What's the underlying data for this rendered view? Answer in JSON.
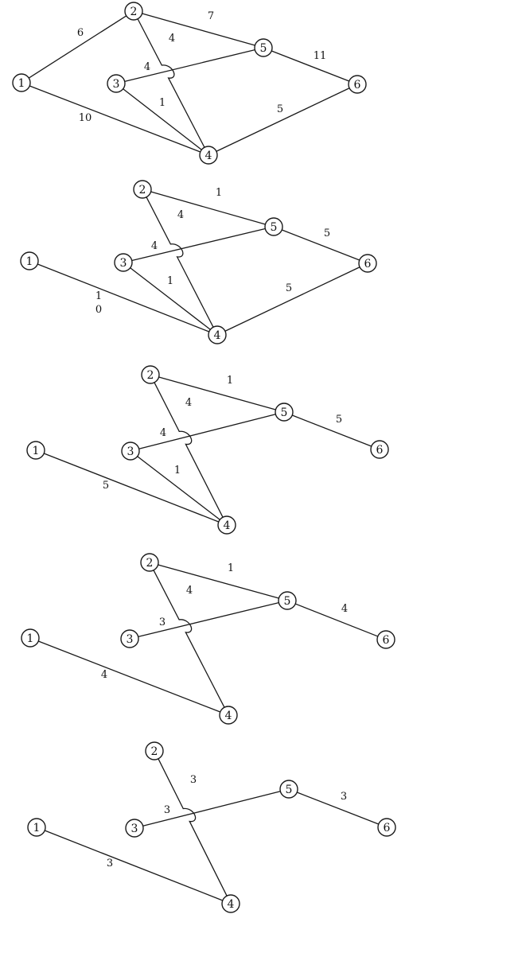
{
  "diagrams": [
    {
      "nodes": [
        "1",
        "2",
        "3",
        "4",
        "5",
        "6"
      ],
      "edges": [
        {
          "from": "1",
          "to": "2",
          "label": "6"
        },
        {
          "from": "2",
          "to": "5",
          "label": "7"
        },
        {
          "from": "2",
          "to": "4",
          "label": "4"
        },
        {
          "from": "3",
          "to": "5",
          "label": "4"
        },
        {
          "from": "3",
          "to": "4",
          "label": "1"
        },
        {
          "from": "1",
          "to": "4",
          "label": "10"
        },
        {
          "from": "5",
          "to": "6",
          "label": "11"
        },
        {
          "from": "4",
          "to": "6",
          "label": "5"
        }
      ]
    },
    {
      "nodes": [
        "1",
        "2",
        "3",
        "4",
        "5",
        "6"
      ],
      "edges": [
        {
          "from": "2",
          "to": "5",
          "label": "1"
        },
        {
          "from": "2",
          "to": "4",
          "label": "4"
        },
        {
          "from": "3",
          "to": "5",
          "label": "4"
        },
        {
          "from": "3",
          "to": "4",
          "label": "1"
        },
        {
          "from": "1",
          "to": "4",
          "label": "1\n0"
        },
        {
          "from": "5",
          "to": "6",
          "label": "5"
        },
        {
          "from": "4",
          "to": "6",
          "label": "5"
        }
      ]
    },
    {
      "nodes": [
        "1",
        "2",
        "3",
        "4",
        "5",
        "6"
      ],
      "edges": [
        {
          "from": "2",
          "to": "5",
          "label": "1"
        },
        {
          "from": "2",
          "to": "4",
          "label": "4"
        },
        {
          "from": "3",
          "to": "5",
          "label": "4"
        },
        {
          "from": "3",
          "to": "4",
          "label": "1"
        },
        {
          "from": "1",
          "to": "4",
          "label": "5"
        },
        {
          "from": "5",
          "to": "6",
          "label": "5"
        }
      ]
    },
    {
      "nodes": [
        "1",
        "2",
        "3",
        "4",
        "5",
        "6"
      ],
      "edges": [
        {
          "from": "2",
          "to": "5",
          "label": "1"
        },
        {
          "from": "2",
          "to": "4",
          "label": "4"
        },
        {
          "from": "3",
          "to": "5",
          "label": "3"
        },
        {
          "from": "1",
          "to": "4",
          "label": "4"
        },
        {
          "from": "5",
          "to": "6",
          "label": "4"
        }
      ]
    },
    {
      "nodes": [
        "1",
        "2",
        "3",
        "4",
        "5",
        "6"
      ],
      "edges": [
        {
          "from": "2",
          "to": "4",
          "label": "3"
        },
        {
          "from": "3",
          "to": "5",
          "label": "3"
        },
        {
          "from": "1",
          "to": "4",
          "label": "3"
        },
        {
          "from": "5",
          "to": "6",
          "label": "3"
        }
      ]
    }
  ]
}
